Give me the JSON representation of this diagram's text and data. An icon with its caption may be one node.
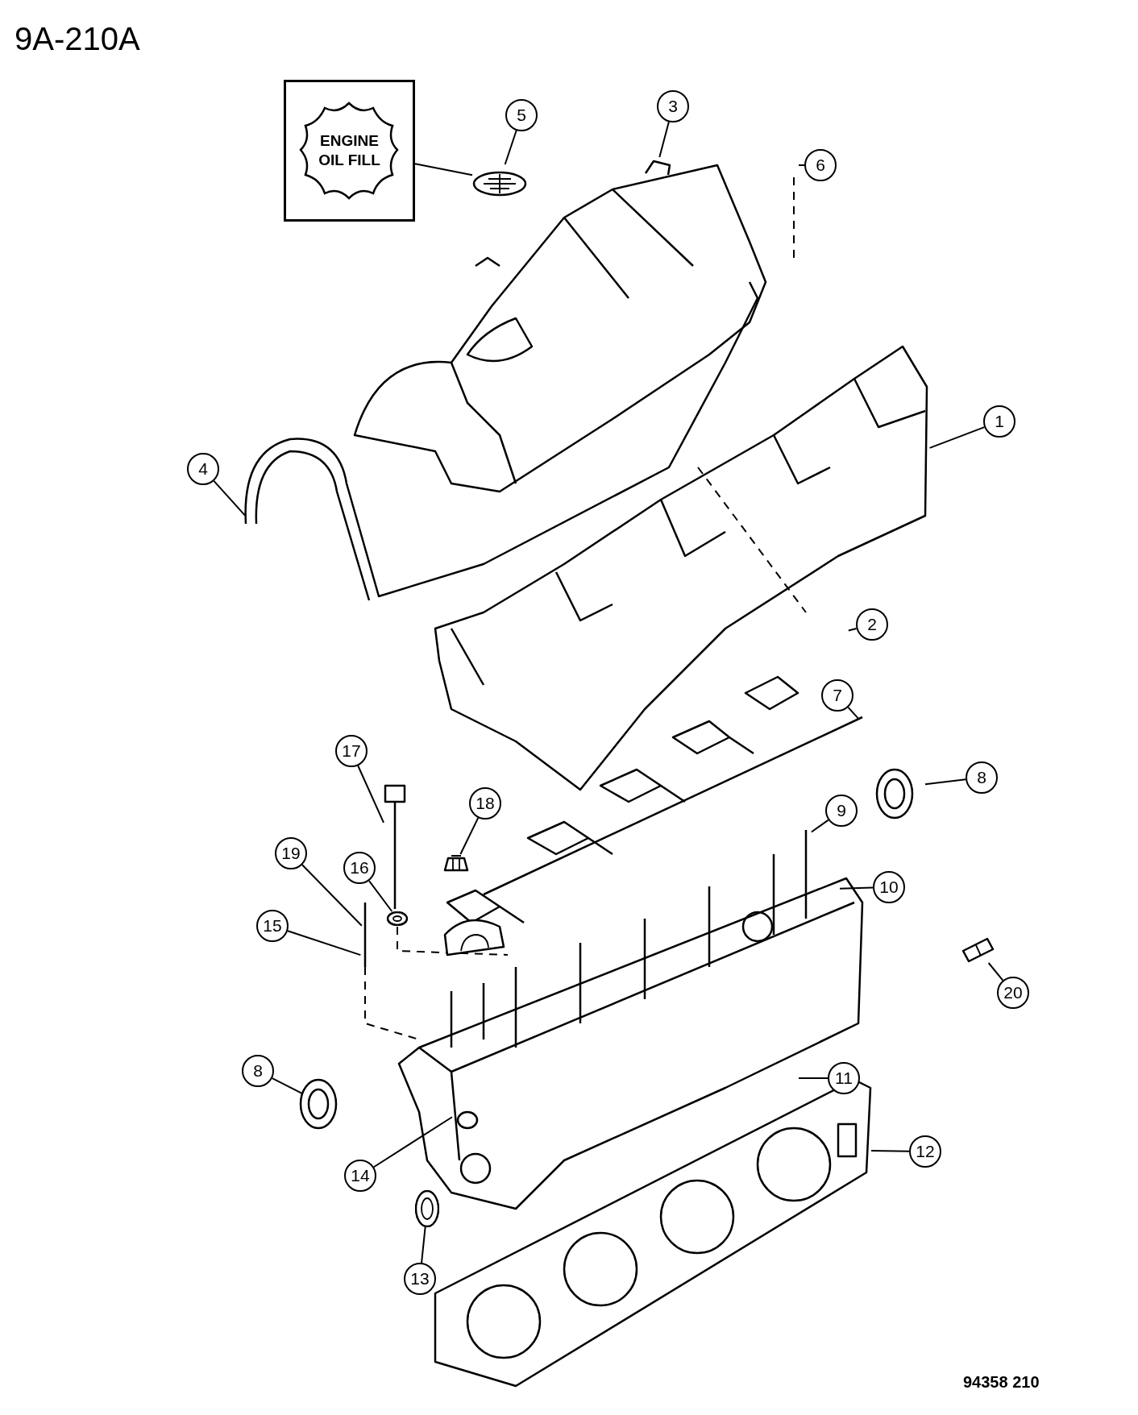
{
  "diagram": {
    "nodes": [
      {
        "text": [
          "ENGINE OIL FILL"
        ]
      },
      {
        "text": [
          "3"
        ]
      },
      {
        "text": [
          "5"
        ]
      },
      {
        "text": [
          "6"
        ]
      },
      {
        "text": [
          "1"
        ]
      },
      {
        "text": [
          "4"
        ]
      },
      {
        "text": [
          "2"
        ]
      },
      {
        "text": [
          "7"
        ]
      },
      {
        "text": [
          "17"
        ]
      },
      {
        "text": [
          "8"
        ]
      },
      {
        "text": [
          "18"
        ]
      },
      {
        "text": [
          "9"
        ]
      },
      {
        "text": [
          "19"
        ]
      },
      {
        "text": [
          "16"
        ]
      },
      {
        "text": [
          "10"
        ]
      },
      {
        "text": [
          "15"
        ]
      },
      {
        "text": [
          "20"
        ]
      },
      {
        "text": [
          "8"
        ]
      },
      {
        "text": [
          "11"
        ]
      },
      {
        "text": [
          "12"
        ]
      },
      {
        "text": [
          "14"
        ]
      },
      {
        "text": [
          "13"
        ]
      },
      {
        "text": [],
        "shape": "picture"
      },
      {
        "text": [],
        "shape": "picture"
      },
      {
        "text": [],
        "shape": "picture"
      },
      {
        "text": [],
        "shape": "picture"
      },
      {
        "text": [],
        "shape": "picture"
      },
      {
        "text": [],
        "shape": "picture"
      },
      {
        "text": [],
        "shape": "picture"
      }
    ],
    "edges": [
      {
        "from": 0,
        "to": 28,
        "arrow": "none"
      },
      {
        "from": 1,
        "to": 22,
        "arrow": "none"
      },
      {
        "from": 2,
        "to": 28,
        "arrow": "none"
      },
      {
        "from": 3,
        "to": null,
        "arrow": "none"
      },
      {
        "from": 4,
        "to": null,
        "arrow": "none"
      },
      {
        "from": 5,
        "to": null,
        "arrow": "none"
      },
      {
        "from": 6,
        "to": null,
        "arrow": "none"
      },
      {
        "from": 7,
        "to": null,
        "arrow": "none"
      },
      {
        "from": 8,
        "to": 23,
        "arrow": "none"
      },
      {
        "from": 9,
        "to": null,
        "arrow": "none"
      },
      {
        "from": 10,
        "to": 24,
        "arrow": "none"
      },
      {
        "from": 11,
        "to": null,
        "arrow": "none"
      },
      {
        "from": 12,
        "to": null,
        "arrow": "none"
      },
      {
        "from": 13,
        "to": 25,
        "arrow": "none"
      },
      {
        "from": 14,
        "to": null,
        "arrow": "none"
      },
      {
        "from": 15,
        "to": null,
        "arrow": "none"
      },
      {
        "from": 16,
        "to": 26,
        "arrow": "none"
      },
      {
        "from": 17,
        "to": null,
        "arrow": "none"
      },
      {
        "from": 18,
        "to": null,
        "arrow": "none"
      },
      {
        "from": 19,
        "to": null,
        "arrow": "none"
      },
      {
        "from": 20,
        "to": null,
        "arrow": "none"
      },
      {
        "from": 21,
        "to": 27,
        "arrow": "none"
      }
    ],
    "labels": [
      "9A-210A",
      "94358 210"
    ]
  }
}
